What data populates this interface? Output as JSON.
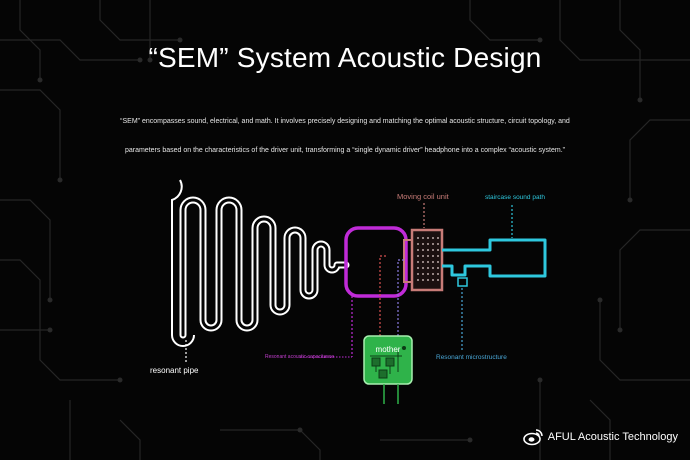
{
  "header": {
    "title": "“SEM” System Acoustic Design"
  },
  "description": {
    "line1": "“SEM” encompasses sound, electrical, and math. It involves precisely designing and matching the optimal acoustic structure, circuit topology, and",
    "line2": "parameters based on the characteristics of the driver unit, transforming a “single dynamic driver” headphone into a complex “acoustic system.”"
  },
  "diagram": {
    "labels": {
      "moving_coil": "Moving coil unit",
      "staircase": "staircase sound path",
      "resonant_pipe": "resonant pipe",
      "capacitance": "Resonant acoustic capacitance",
      "microstructure": "Resonant microstructure",
      "chip": "mother"
    },
    "colors": {
      "pipe": "#ffffff",
      "cavity": "#c02bd8",
      "coil": "#c87c78",
      "staircase": "#2ec8de",
      "board": "#2fb34a",
      "capacitance_label": "#c43fd0",
      "microstructure_label": "#4aa8d8",
      "background": "#050505"
    }
  },
  "footer": {
    "brand": "AFUL Acoustic Technology",
    "icon": "weibo-icon"
  }
}
